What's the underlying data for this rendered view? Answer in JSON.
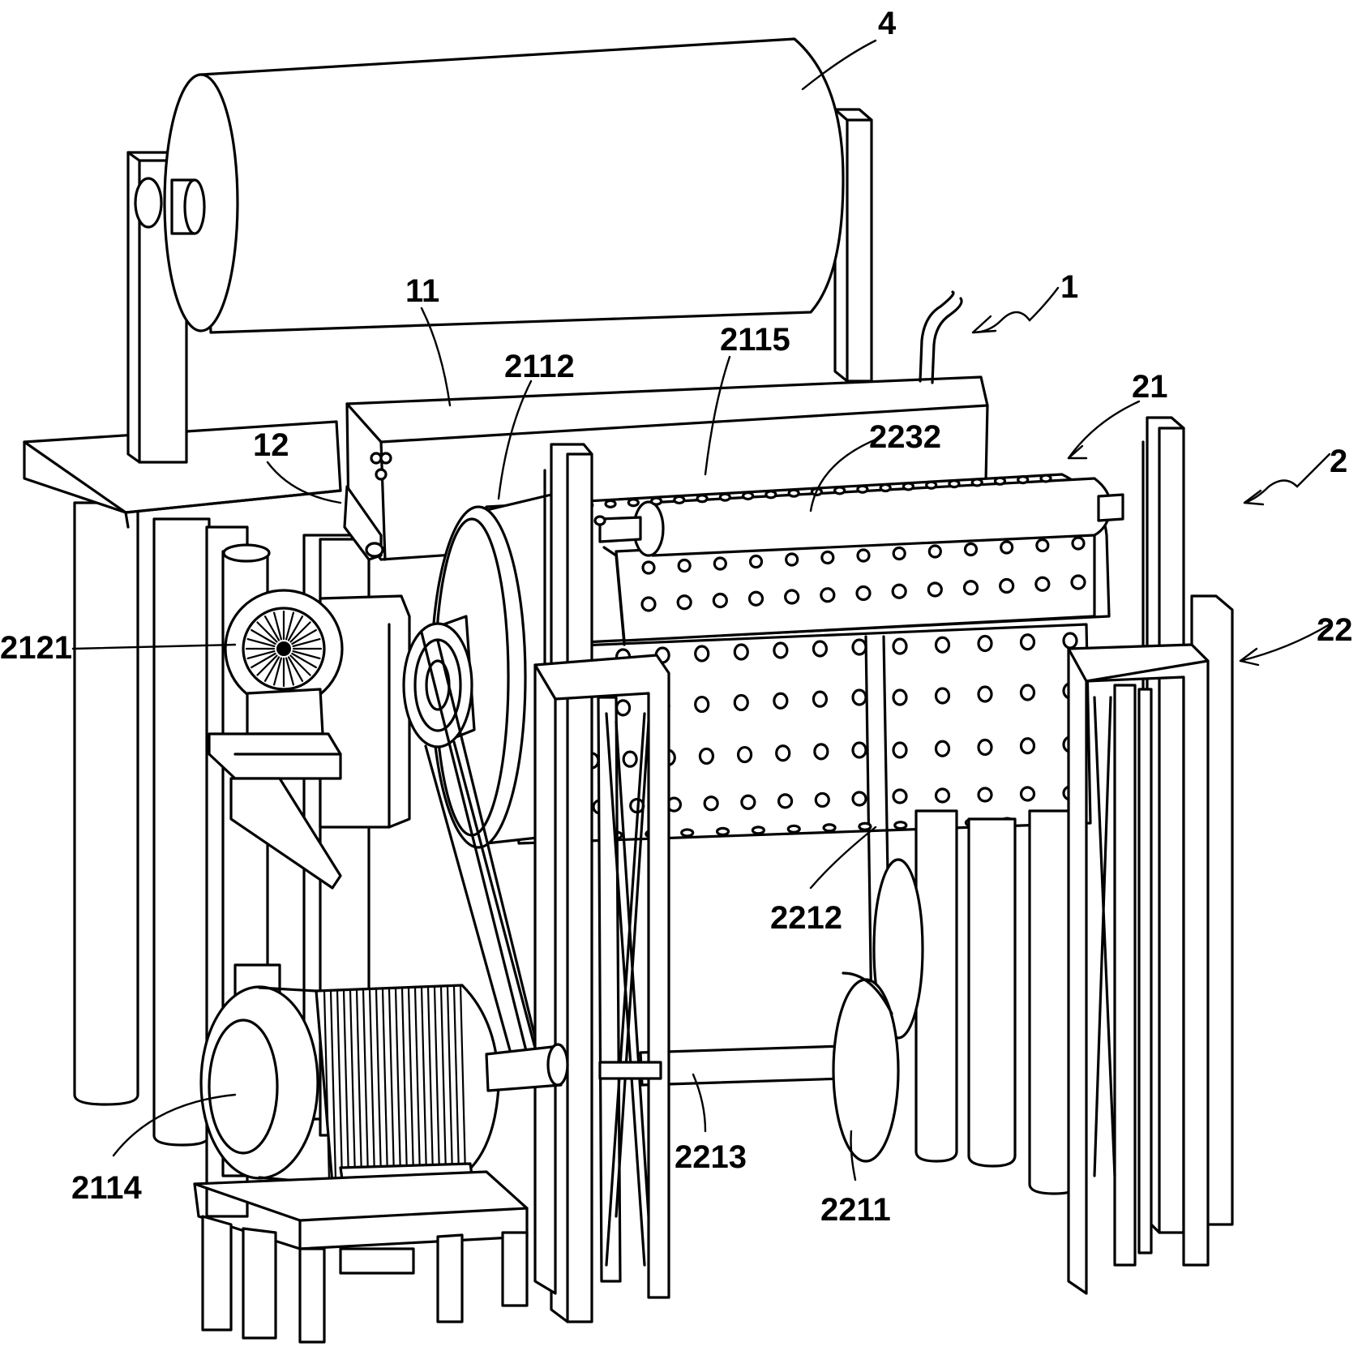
{
  "labels": {
    "l4": "4",
    "l1": "1",
    "l11": "11",
    "l2115": "2115",
    "l2112": "2112",
    "l21": "21",
    "l2232": "2232",
    "l12": "12",
    "l2": "2",
    "l22": "22",
    "l2121": "2121",
    "l2212": "2212",
    "l2213": "2213",
    "l2114": "2114",
    "l2211": "2211"
  }
}
